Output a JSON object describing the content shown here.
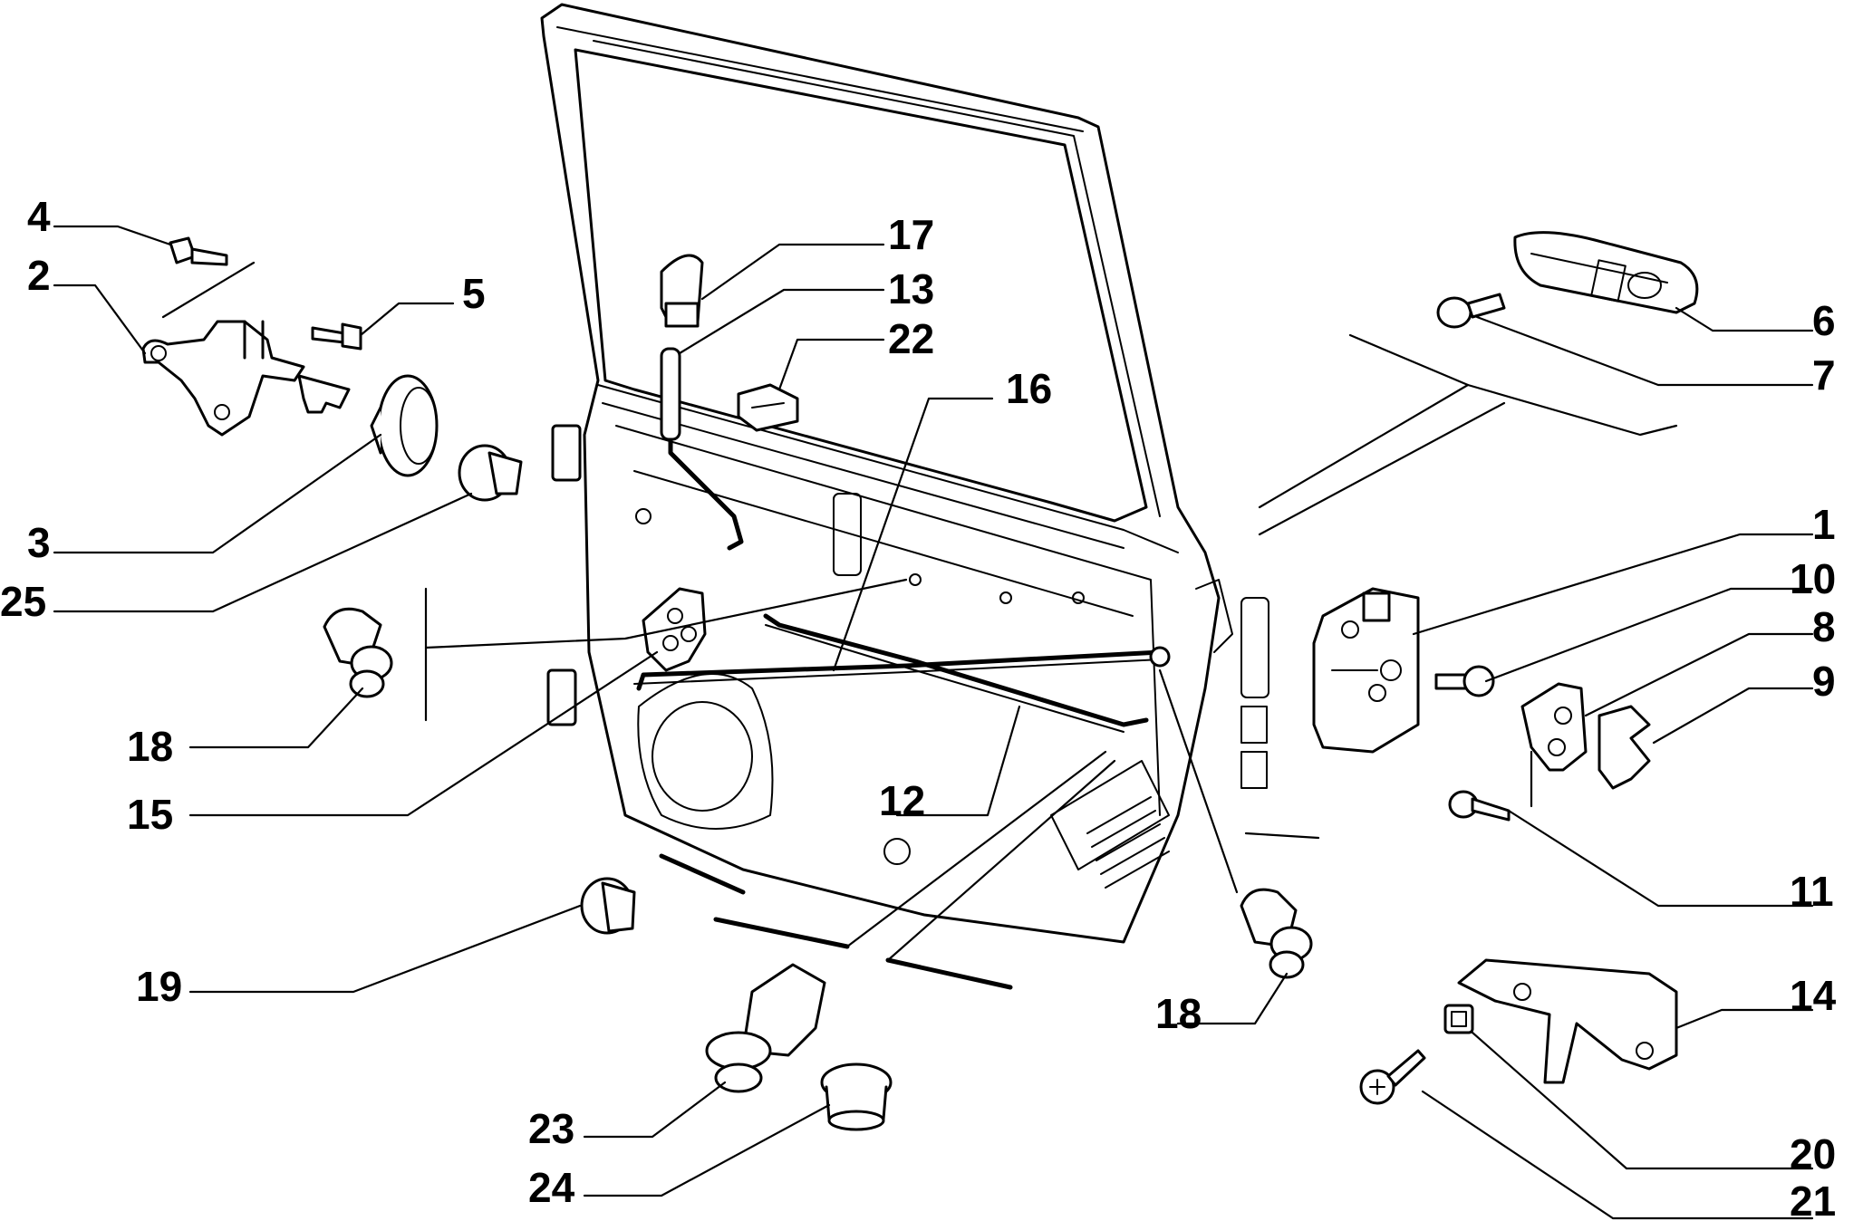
{
  "labels": {
    "p1": "1",
    "p2": "2",
    "p3": "3",
    "p4": "4",
    "p5": "5",
    "p6": "6",
    "p7": "7",
    "p8": "8",
    "p9": "9",
    "p10": "10",
    "p11": "11",
    "p12": "12",
    "p13": "13",
    "p14": "14",
    "p15": "15",
    "p16": "16",
    "p17": "17",
    "p18a": "18",
    "p18b": "18",
    "p19": "19",
    "p20": "20",
    "p21": "21",
    "p22": "22",
    "p23": "23",
    "p24": "24",
    "p25": "25"
  }
}
